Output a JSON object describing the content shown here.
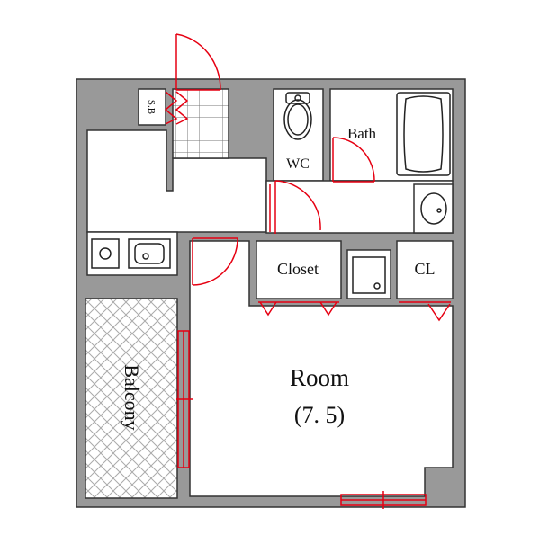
{
  "labels": {
    "sb": "S.B",
    "wc": "WC",
    "bath": "Bath",
    "closet": "Closet",
    "cl": "CL",
    "room": "Room",
    "room_size": "(7. 5)",
    "balcony": "Balcony"
  },
  "colors": {
    "wall": "#999999",
    "wall_edge": "#333333",
    "fixture": "#222222",
    "door": "#e60012",
    "floor": "#ffffff",
    "tile_line": "#777777",
    "balcony_hatch": "#aaaaaa"
  }
}
